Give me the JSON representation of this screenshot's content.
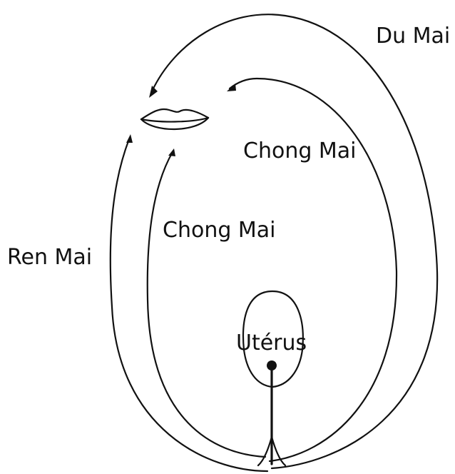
{
  "labels": {
    "du_mai": "Du Mai",
    "chong_mai_upper": "Chong Mai",
    "chong_mai_lower": "Chong Mai",
    "ren_mai": "Ren Mai",
    "uterus": "Utérus"
  },
  "colors": {
    "line": "#111111",
    "background": "#ffffff"
  },
  "icons": {
    "mouth": "lips-icon",
    "arrow": "arrowhead-icon"
  }
}
